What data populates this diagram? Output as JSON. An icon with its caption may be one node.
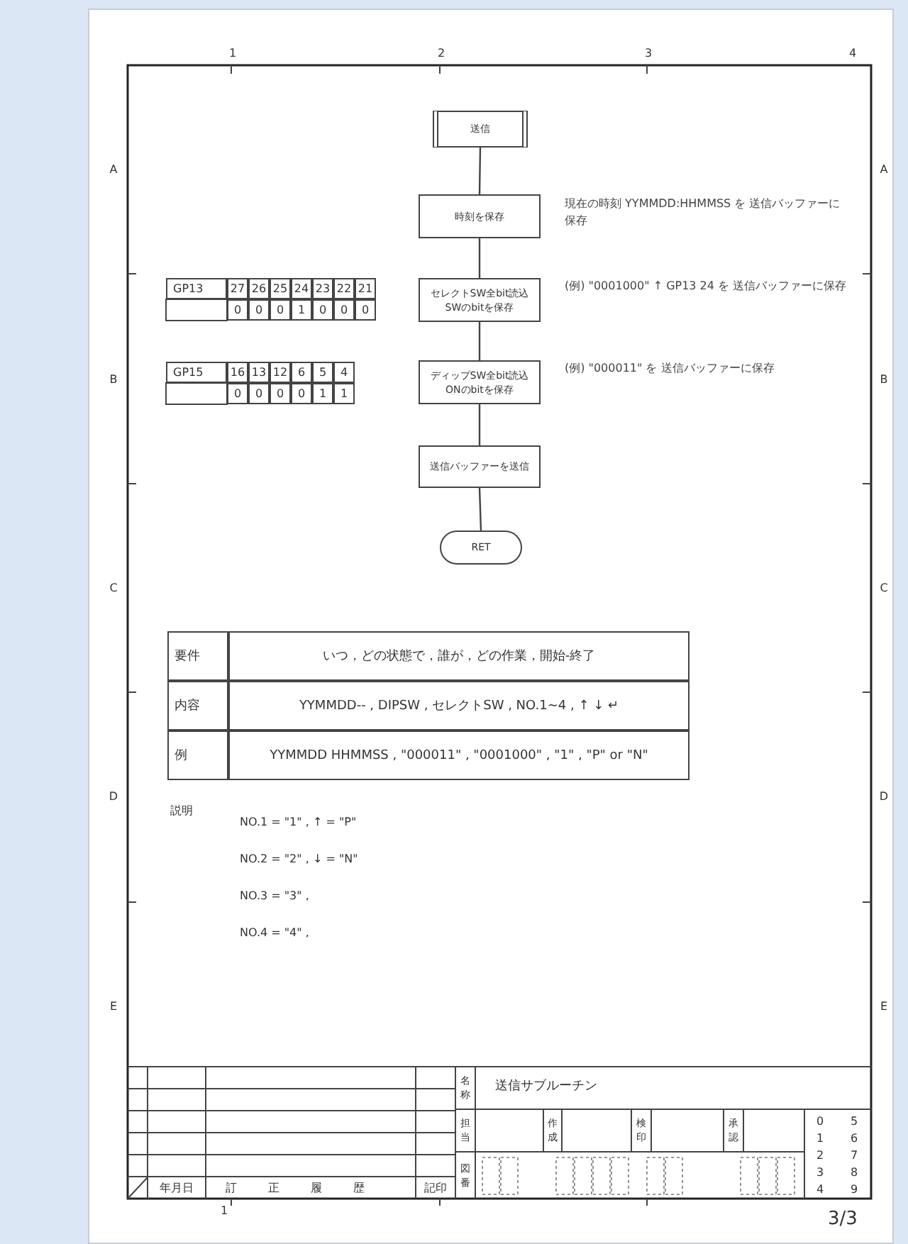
{
  "diagram": {
    "nodes": [
      {
        "text": [
          "送信"
        ]
      },
      {
        "text": [
          "時刻を保存"
        ],
        "beside": [
          "現在の時刻 YYMMDD:HHMMSS を 送信バッファーに保存"
        ]
      },
      {
        "text": [
          "セレクトSW全bit読込 SWのbitを保存"
        ],
        "beside": [
          "(例) \"0001000\" ↑ GP13 24 を 送信バッファーに保存"
        ]
      },
      {
        "text": [
          "ディップSW全bit読込 ONのbitを保存"
        ],
        "beside": [
          "(例) \"000011\" を 送信バッファーに保存"
        ]
      },
      {
        "text": [
          "送信バッファーを送信"
        ]
      },
      {
        "text": [
          "RET"
        ]
      }
    ],
    "edges": [
      {
        "from": 0,
        "to": 1,
        "arrow": "none"
      },
      {
        "from": 1,
        "to": 2,
        "arrow": "none"
      },
      {
        "from": 2,
        "to": 3,
        "arrow": "none"
      },
      {
        "from": 3,
        "to": 4,
        "arrow": "none"
      },
      {
        "from": 4,
        "to": 5,
        "arrow": "none"
      }
    ],
    "labels": [
      "1",
      "2",
      "3",
      "4",
      "A",
      "A",
      "GP13",
      "27",
      "26",
      "25",
      "24",
      "23",
      "22",
      "21",
      "0",
      "0",
      "0",
      "1",
      "0",
      "0",
      "0",
      "B",
      "B",
      "GP15",
      "16",
      "13",
      "12",
      "6",
      "5",
      "4",
      "0",
      "0",
      "0",
      "0",
      "1",
      "1",
      "C",
      "C",
      "要件",
      "いつ，どの状態で，誰が，どの作業，開始-終了",
      "内容",
      "YYMMDD-- , DIPSW , セレクトSW , NO.1~4 , ↑ ↓ ↵",
      "例",
      "YYMMDD HHMMSS , \"000011\" , \"0001000\" , \"1\" , \"P\" or \"N\"",
      "D",
      "D",
      "説明",
      "NO.1 = \"1\" , ↑ = \"P\"",
      "NO.2 = \"2\" , ↓ = \"N\"",
      "NO.3 = \"3\" ,",
      "NO.4 = \"4\" ,",
      "E",
      "E",
      "名称",
      "送信サブルーチン",
      "担当",
      "作成",
      "検印",
      "承認",
      "図番",
      "年月日",
      "訂正履歴",
      "記印",
      "0",
      "5",
      "1",
      "6",
      "2",
      "7",
      "3",
      "8",
      "4",
      "9",
      "1",
      "3/3"
    ]
  }
}
